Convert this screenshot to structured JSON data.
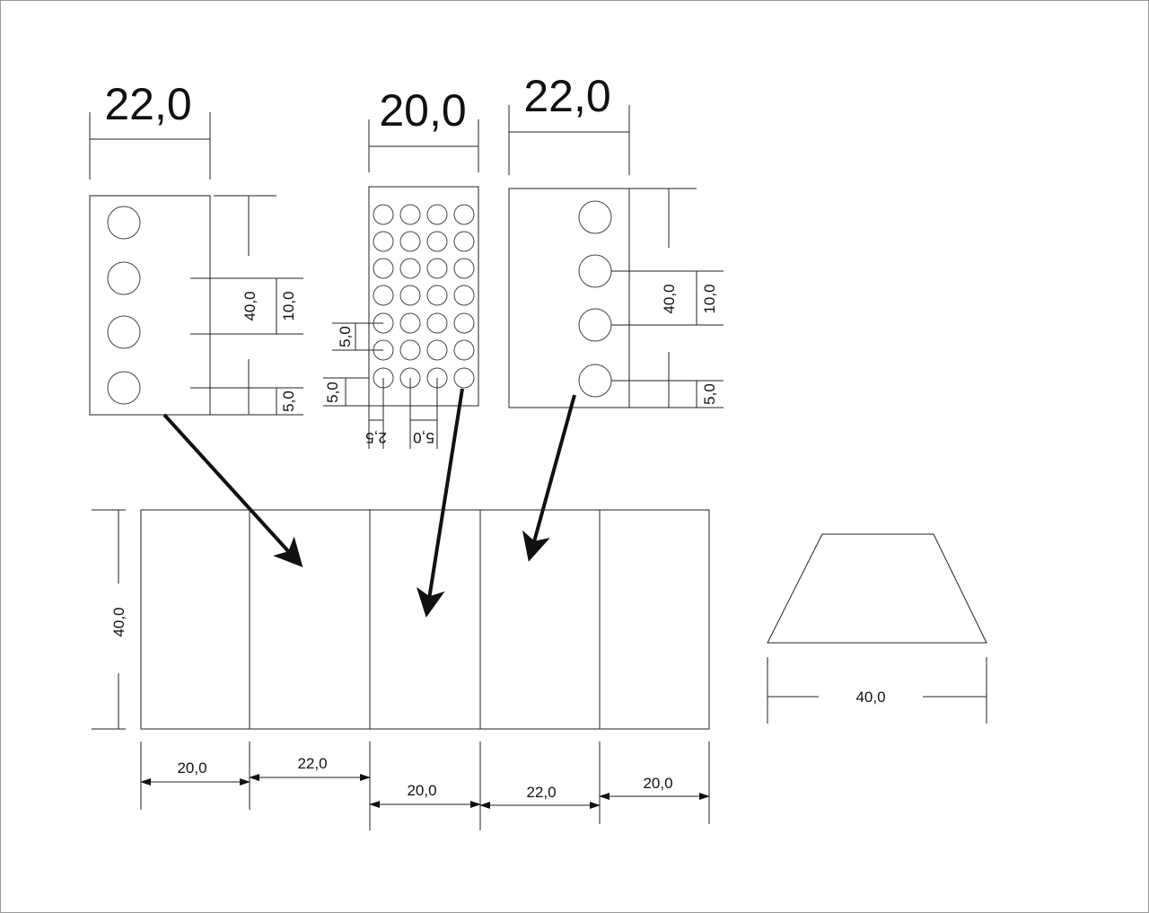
{
  "left_panel": {
    "width_label": "22,0",
    "height_label": "40,0",
    "pitch_label": "10,0",
    "offset_label": "5,0"
  },
  "middle_panel": {
    "width_label": "20,0",
    "pitch_v_label": "5,0",
    "offset_v_label": "5,0",
    "offset_h_label": "2,5",
    "pitch_h_label": "5,0"
  },
  "right_panel": {
    "width_label": "22,0",
    "height_label": "40,0",
    "pitch_label": "10,0",
    "offset_label": "5,0"
  },
  "assembly": {
    "height_label": "40,0",
    "widths": [
      "20,0",
      "22,0",
      "20,0",
      "22,0",
      "20,0"
    ]
  },
  "trapezoid": {
    "base_label": "40,0"
  }
}
